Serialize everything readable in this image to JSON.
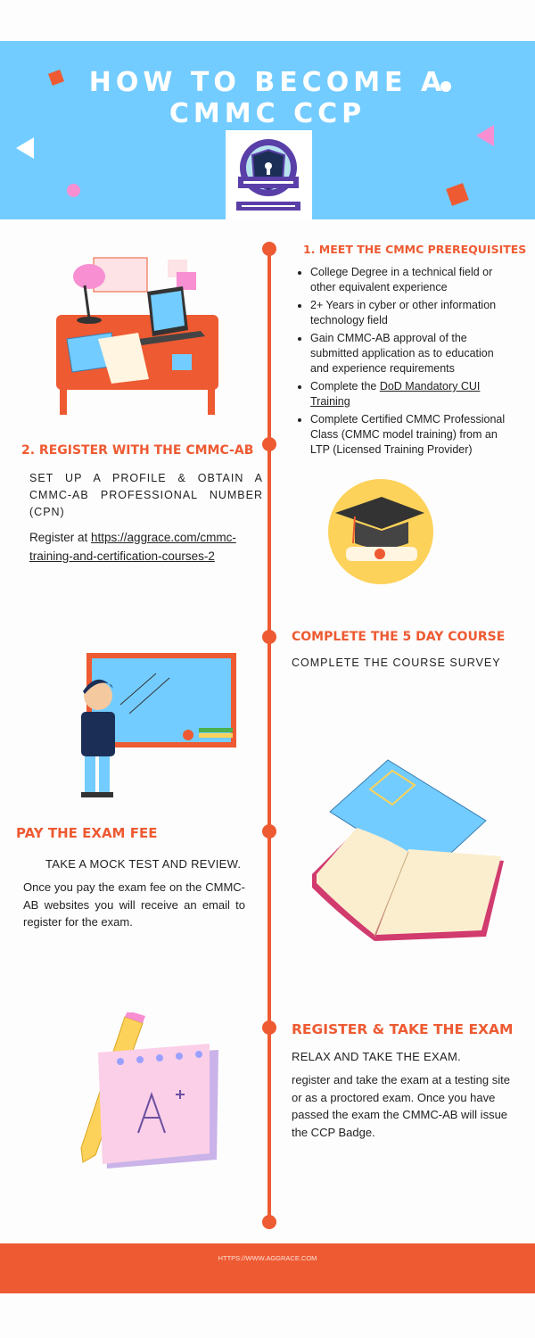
{
  "header": {
    "title_line1": "HOW TO BECOME A",
    "title_line2": "CMMC CCP",
    "logo_text": "CYBERSECURITY MATURITY MODEL CERTIFICATION ACCREDITATION BODY",
    "background_color": "#73ccff"
  },
  "accent_color": "#ee5a32",
  "steps": [
    {
      "heading": "1. MEET THE CMMC PREREQUISITES",
      "bullets": [
        " College Degree in a technical field or other equivalent experience",
        "2+ Years in cyber or other information technology field",
        "Gain CMMC-AB approval of the submitted application as to education and experience requirements",
        "Complete the ",
        "Complete Certified CMMC Professional Class (CMMC model training) from an LTP (Licensed Training Provider)"
      ],
      "bullet4_link": "DoD Mandatory CUI Training",
      "illustration": "desk-with-laptop"
    },
    {
      "heading": "2. REGISTER WITH THE CMMC-AB",
      "subheading": "SET UP A PROFILE & OBTAIN A CMMC-AB PROFESSIONAL NUMBER (CPN)",
      "body_prefix": "Register at ",
      "link": "https://aggrace.com/cmmc-training-and-certification-courses-2",
      "illustration": "graduation-cap"
    },
    {
      "heading": "COMPLETE THE 5 DAY COURSE",
      "subheading": "COMPLETE THE COURSE SURVEY",
      "illustration": "teacher-at-board"
    },
    {
      "heading": "PAY THE EXAM FEE",
      "subheading": "TAKE A MOCK TEST AND REVIEW.",
      "body": "Once you pay the exam fee on the CMMC-AB websites you will receive an email to register for the exam.",
      "illustration": "open-books"
    },
    {
      "heading": "REGISTER & TAKE THE EXAM",
      "subheading": "RELAX AND TAKE THE EXAM.",
      "body": "register and take the exam at a testing site or as a proctored exam.  Once you have passed the exam the CMMC-AB will issue the CCP Badge.",
      "illustration": "pencil-and-a-plus-notepad"
    }
  ],
  "footer": {
    "url": "HTTPS://WWW.AGGRACE.COM"
  }
}
